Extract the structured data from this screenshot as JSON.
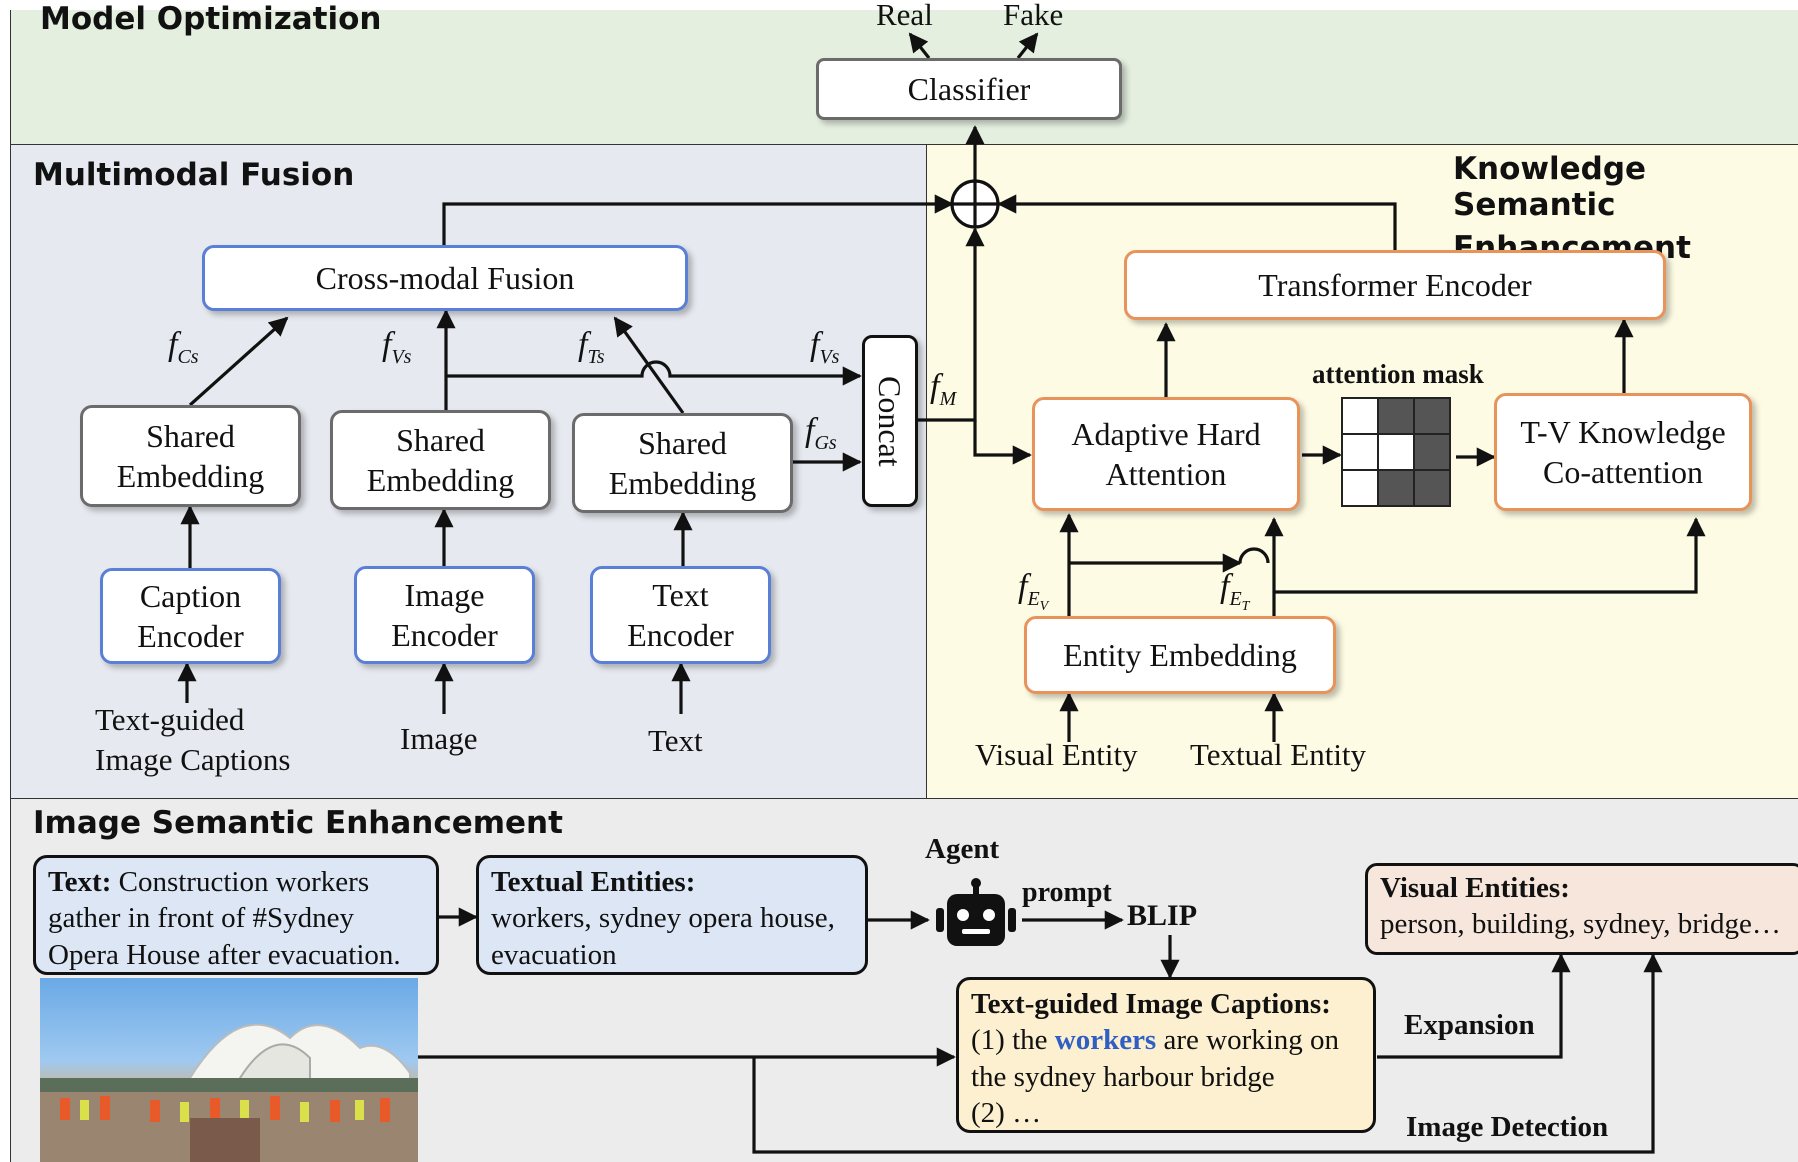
{
  "sections": {
    "model_optimization": "Model Optimization",
    "multimodal_fusion": "Multimodal Fusion",
    "knowledge_enhancement": [
      "Knowledge Semantic",
      "Enhancement"
    ],
    "image_enhancement": "Image Semantic Enhancement"
  },
  "optimization": {
    "classifier": "Classifier",
    "real": "Real",
    "fake": "Fake"
  },
  "fusion": {
    "cross_modal": "Cross-modal Fusion",
    "shared_embedding": [
      "Shared",
      "Embedding"
    ],
    "caption_encoder": [
      "Caption",
      "Encoder"
    ],
    "image_encoder": [
      "Image",
      "Encoder"
    ],
    "text_encoder": [
      "Text",
      "Encoder"
    ],
    "concat": "Concat",
    "input_captions": [
      "Text-guided",
      "Image Captions"
    ],
    "input_image": "Image",
    "input_text": "Text",
    "f_cs": {
      "base": "f",
      "sub": "Cs"
    },
    "f_vs": {
      "base": "f",
      "sub": "Vs"
    },
    "f_ts": {
      "base": "f",
      "sub": "Ts"
    },
    "f_vs2": {
      "base": "f",
      "sub": "Vs"
    },
    "f_gs": {
      "base": "f",
      "sub": "Gs"
    },
    "f_m": {
      "base": "f",
      "sub": "M"
    }
  },
  "knowledge": {
    "transformer": "Transformer Encoder",
    "adaptive": [
      "Adaptive Hard",
      "Attention"
    ],
    "tv_coattention": [
      "T-V Knowledge",
      "Co-attention"
    ],
    "attention_mask": "attention mask",
    "entity_embedding": "Entity Embedding",
    "visual_entity": "Visual Entity",
    "textual_entity": "Textual Entity",
    "f_ev": {
      "base": "f",
      "sub": "E",
      "subsub": "V"
    },
    "f_et": {
      "base": "f",
      "sub": "E",
      "subsub": "T"
    },
    "mask_grid": [
      [
        0,
        1,
        1
      ],
      [
        0,
        0,
        1
      ],
      [
        0,
        1,
        1
      ]
    ]
  },
  "image_enh": {
    "text_label": "Text:",
    "text_value": "Construction workers gather in front of #Sydney Opera House after evacuation.",
    "textual_entities_label": "Textual Entities:",
    "textual_entities_value": "workers, sydney opera house, evacuation",
    "agent": "Agent",
    "prompt": "prompt",
    "blip": "BLIP",
    "visual_entities_label": "Visual Entities:",
    "visual_entities_value": "person, building, sydney, bridge…",
    "captions_label": "Text-guided Image Captions:",
    "caption_pre": "(1) the",
    "caption_highlight": "workers",
    "caption_post": "are working on the sydney harbour bridge",
    "caption_more": "(2) …",
    "expansion": "Expansion",
    "image_detection": "Image Detection"
  },
  "colors": {
    "optimization_bg": "#e4efdf",
    "fusion_bg": "#e6e9ef",
    "knowledge_bg": "#fdfbe3",
    "image_enh_bg": "#ececec",
    "blue_border": "#5a7fd6",
    "orange_border": "#e8935a",
    "textual_box_bg": "#dce6f5",
    "visual_box_bg": "#f7e6dc",
    "captions_box_bg": "#fdf0d0",
    "highlight": "#2f5fc4"
  }
}
